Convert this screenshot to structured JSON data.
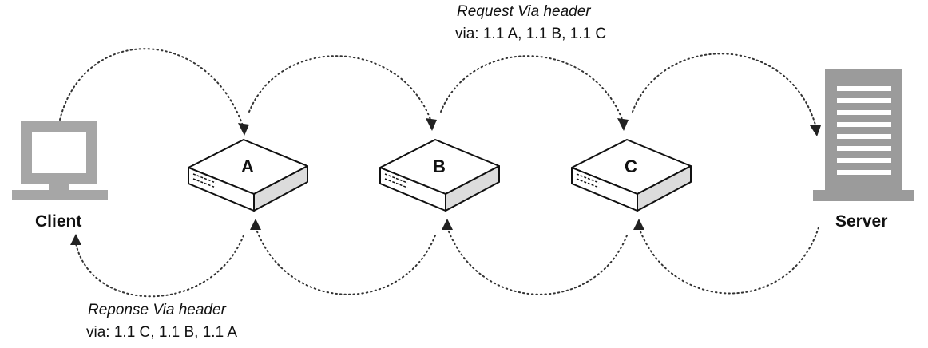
{
  "request_caption": {
    "title": "Request Via header",
    "value": "via: 1.1 A, 1.1 B, 1.1 C"
  },
  "response_caption": {
    "title": "Reponse Via header",
    "value": "via: 1.1 C, 1.1 B, 1.1 A"
  },
  "nodes": {
    "client": "Client",
    "server": "Server",
    "proxy_a": "A",
    "proxy_b": "B",
    "proxy_c": "C"
  },
  "icons": {
    "client": "computer-icon",
    "server": "server-icon",
    "proxy": "proxy-box-icon"
  },
  "colors": {
    "device_gray": "#9a9a9a",
    "line": "#333333"
  }
}
